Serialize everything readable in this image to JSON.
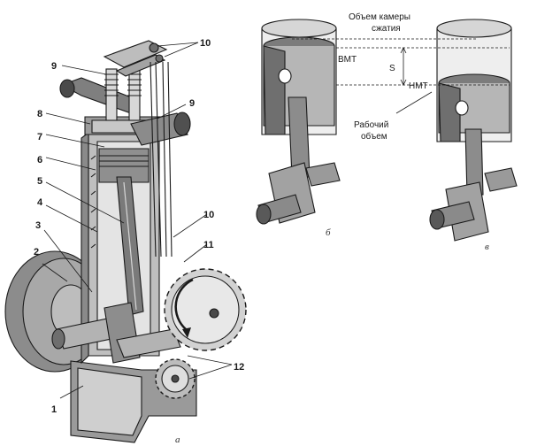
{
  "figures": {
    "a": "а",
    "b": "б",
    "v": "в"
  },
  "part_labels": {
    "l1": "1",
    "l2": "2",
    "l3": "3",
    "l4": "4",
    "l5": "5",
    "l6": "6",
    "l7": "7",
    "l8": "8",
    "l9_left": "9",
    "l9_right": "9",
    "l10_top": "10",
    "l10_mid": "10",
    "l11": "11",
    "l12": "12"
  },
  "annotations": {
    "chamber_line1": "Объем камеры",
    "chamber_line2": "сжатия",
    "vmt": "ВМТ",
    "nmt": "НМТ",
    "stroke": "S",
    "working_line1": "Рабочий",
    "working_line2": "объем"
  },
  "colors": {
    "ink": "#1a1a1a",
    "metal_dark": "#6e6e6e",
    "metal_mid": "#9a9a9a",
    "metal_light": "#d0d0d0",
    "background": "#ffffff"
  }
}
